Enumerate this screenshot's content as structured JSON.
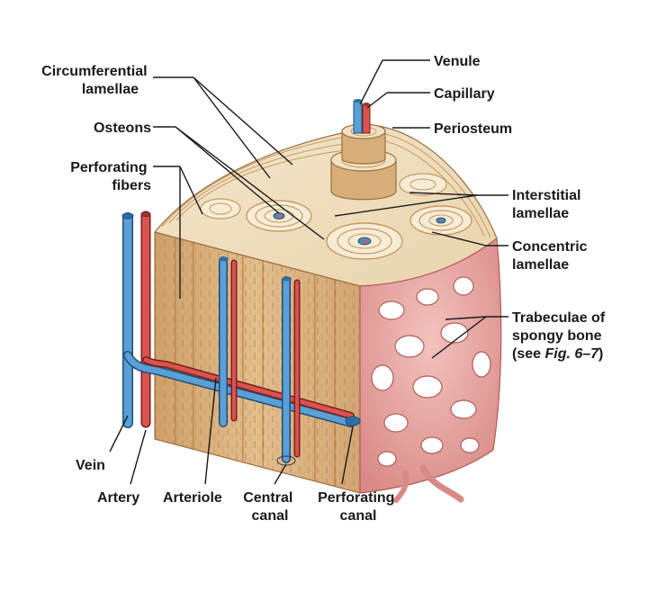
{
  "labels": {
    "circumferential_lamellae": [
      "Circumferential",
      "lamellae"
    ],
    "osteons": "Osteons",
    "perforating_fibers": [
      "Perforating",
      "fibers"
    ],
    "venule": "Venule",
    "capillary": "Capillary",
    "periosteum": "Periosteum",
    "interstitial_lamellae": [
      "Interstitial",
      "lamellae"
    ],
    "concentric_lamellae": [
      "Concentric",
      "lamellae"
    ],
    "trabeculae": {
      "line1": "Trabeculae of",
      "line2": "spongy bone",
      "line3_pre": "(see ",
      "line3_ref": "Fig. 6–7",
      "line3_post": ")"
    },
    "vein": "Vein",
    "artery": "Artery",
    "arteriole": "Arteriole",
    "central_canal": [
      "Central",
      "canal"
    ],
    "perforating_canal": [
      "Perforating",
      "canal"
    ]
  },
  "colors": {
    "bone_side": "#d8b381",
    "bone_top": "#f0e1c4",
    "lamella_line": "#c69a62",
    "vein_blue": "#5aa0d6",
    "artery_red": "#d9534f",
    "spongy_pink": "#e7a3a0",
    "spongy_dark": "#c7706e"
  }
}
